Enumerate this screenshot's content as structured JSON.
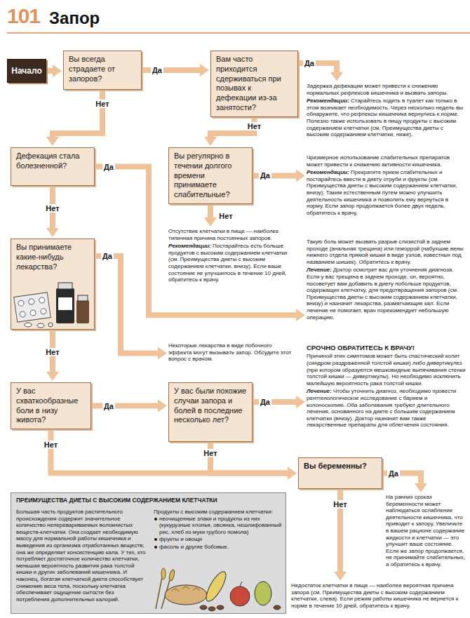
{
  "diagram": {
    "title": "Запор",
    "nodes": [
      {
        "text": [
          "Начало"
        ]
      },
      {
        "text": [
          "Вы всегда страдаете от запоров?"
        ]
      },
      {
        "text": [
          "Вам часто приходится сдерживаться при позывах к дефекации из-за занятости?"
        ]
      },
      {
        "text": [
          "Задержка дефекации может привести к снижению нормальных рефлексов кишечника и вызвать запоры.",
          "Рекомендации: Старайтесь ходить в туалет как только в этом возникает необходимость. Через несколько недель вы обнаружите, что рефлексы кишечника вернулись к норме. Полезно также использовать в пищу продукты с высоким содержанием клетчатки (см. Преимущества диеты с высоким содержанием клетчатки, ниже)."
        ]
      },
      {
        "text": [
          "Дефекация стала болезненной?"
        ]
      },
      {
        "text": [
          "Вы регулярно в течении долгого времени принимаете слабительные?"
        ]
      },
      {
        "text": [
          "Чрезмерное использование слабительных препаратов может привести к снижению активности кишечника.",
          "Рекомендации: Прекратите прием слабительных и постарайтесь ввести в диету отруби и фрукты (см. Преимущества диеты с высоким содержанием клетчатки, внизу). Таким естественным путем можно улучшить деятельность кишечника и позволить ему вернуться в норму. Если запор продолжается более двух недель, обратитесь к врачу."
        ]
      },
      {
        "text": [
          "Отсутствие клетчатки в пище — наиболее типичная причина постоянных запоров.",
          "Рекомендации: Постарайтесь есть больше продуктов с высоким содержанием клетчатки (см. Преимущества диеты с высоким содержанием клетчатки, внизу). Если ваше состояние не улучшилось в течение 10 дней, обратитесь к врачу."
        ]
      },
      {
        "text": [
          "Такую боль может вызвать разрыв слизистой в заднем проходе (анальная трещина) или геморрой (набухшие вены нижнего отдела прямой кишки в виде узлов, известных под названием шишек). Обратитесь к врачу.",
          "Лечение: Доктор осмотрит вас для уточнения диагноза. Если у вас трещина в заднем проходе, он, вероятно, посоветует вам добавить в диету побольше продуктов, содержащих клетчатку, для предотвращения запоров (см. Преимущества диеты с высоким содержанием клетчатки, внизу) и назначит лекарства, размягчающие кал. Если лечение не помогает, врач порекомендует небольшую операцию."
        ]
      },
      {
        "text": [
          "Вы принимаете какие-нибудь лекарства?"
        ]
      },
      {
        "text": [
          "Некоторые лекарства в виде побочного эффекта могут вызывать запор. Обсудите этот вопрос с врачом."
        ]
      },
      {
        "text": [
          "У вас схваткообразные боли в низу живота?"
        ]
      },
      {
        "text": [
          "У вас были похожие случаи запора и болей в последние несколько лет?"
        ]
      },
      {
        "text": [
          "СРОЧНО ОБРАТИТЕСЬ К ВРАЧУ!",
          "Причиной этих симптомов может быть спастический колит (синдром раздраженной толстой кишки) либо дивертикулез (при котором образуются мешковидные выпячивания стенки толстой кишки — дивертикулы). Но необходимо исключить малейшую вероятность рака толстой кишки.",
          "Лечение: Чтобы уточнить диагноз, необходимо провести рентгенологическое исследование с барием и колоноскопию. Оба заболевания требуют длительного лечения, основанного на диете с большим содержанием клетчатки (внизу). Доктор назначит вам также лекарственные препараты для облегчения состояния."
        ]
      },
      {
        "text": [
          "Вы беременны?"
        ]
      },
      {
        "text": [
          "На ранних сроках беременности может наблюдаться ослабление деятельности кишечника, что приводит к запору. Увеличьте в вашем рационе содержание жидкости и клетчатки — это улучшит ваше состояние. Если же запор продолжается, не принимайте слабительных, а обратитесь к врачу."
        ]
      },
      {
        "text": [
          "Недостаток клетчатки в пище — наиболее вероятная причина запора (см. Преимущества диеты с высоким содержанием клетчатки, слева). Если режим работы кишечника не вернется к норме в течение 10 дней, обратитесь к врачу."
        ]
      },
      {
        "text": [
          "ПРЕИМУЩЕСТВА ДИЕТЫ С ВЫСОКИМ СОДЕРЖАНИЕМ КЛЕТЧАТКИ",
          "Большая часть продуктов растительного происхождения содержит значительное количество неперевариваемых волокнистых веществ-клетчатки. Она создает необходимую массу для нормальной работы кишечника и выведения из организма отработанных веществ; она же определяет консистенцию кала. У тех, кто потребляет достаточное количество клетчатки, меньшая вероятность развития рака толстой кишки и других заболеваний кишечника. И наконец, богатая клетчаткой диета способствует снижению веса тела, поскольку клетчатка обеспечивает ощущение сытости без потребления дополнительных калорий.",
          "Продукты с высоким содержанием клетчатки:",
          "неочищенные злаки и продукты из них (кукурузные хлопья, овсянка, нешлифованный рис, хлеб из муки грубого помола)",
          "фрукты и овощи",
          "фасоль и другие бобовые."
        ]
      }
    ],
    "edges": [
      {
        "from": 0,
        "to": 1,
        "arrow": "to"
      },
      {
        "from": 1,
        "to": 2,
        "label": "Да",
        "arrow": "to"
      },
      {
        "from": 2,
        "to": 3,
        "label": "Да",
        "arrow": "to"
      },
      {
        "from": 1,
        "to": 4,
        "label": "Нет",
        "arrow": "to"
      },
      {
        "from": 2,
        "to": 5,
        "label": "Нет",
        "arrow": "to"
      },
      {
        "from": 4,
        "to": 8,
        "label": "Да",
        "arrow": "to"
      },
      {
        "from": 5,
        "to": 6,
        "label": "Да",
        "arrow": "to"
      },
      {
        "from": 5,
        "to": 7,
        "label": "Нет",
        "arrow": "to"
      },
      {
        "from": 4,
        "to": 9,
        "label": "Нет",
        "arrow": "to"
      },
      {
        "from": 9,
        "to": 10,
        "label": "Да",
        "arrow": "to"
      },
      {
        "from": 9,
        "to": 11,
        "label": "Нет",
        "arrow": "to"
      },
      {
        "from": 11,
        "to": 12,
        "label": "Да",
        "arrow": "to"
      },
      {
        "from": 12,
        "to": 13,
        "label": "Да",
        "arrow": "to"
      },
      {
        "from": 11,
        "to": 14,
        "label": "Нет",
        "arrow": "to"
      },
      {
        "from": 12,
        "to": 14,
        "label": "Нет",
        "arrow": "to"
      },
      {
        "from": 14,
        "to": 15,
        "label": "Да",
        "arrow": "to"
      },
      {
        "from": 14,
        "to": 16,
        "label": "Нет",
        "arrow": "to"
      }
    ],
    "labels": [
      "101"
    ]
  }
}
